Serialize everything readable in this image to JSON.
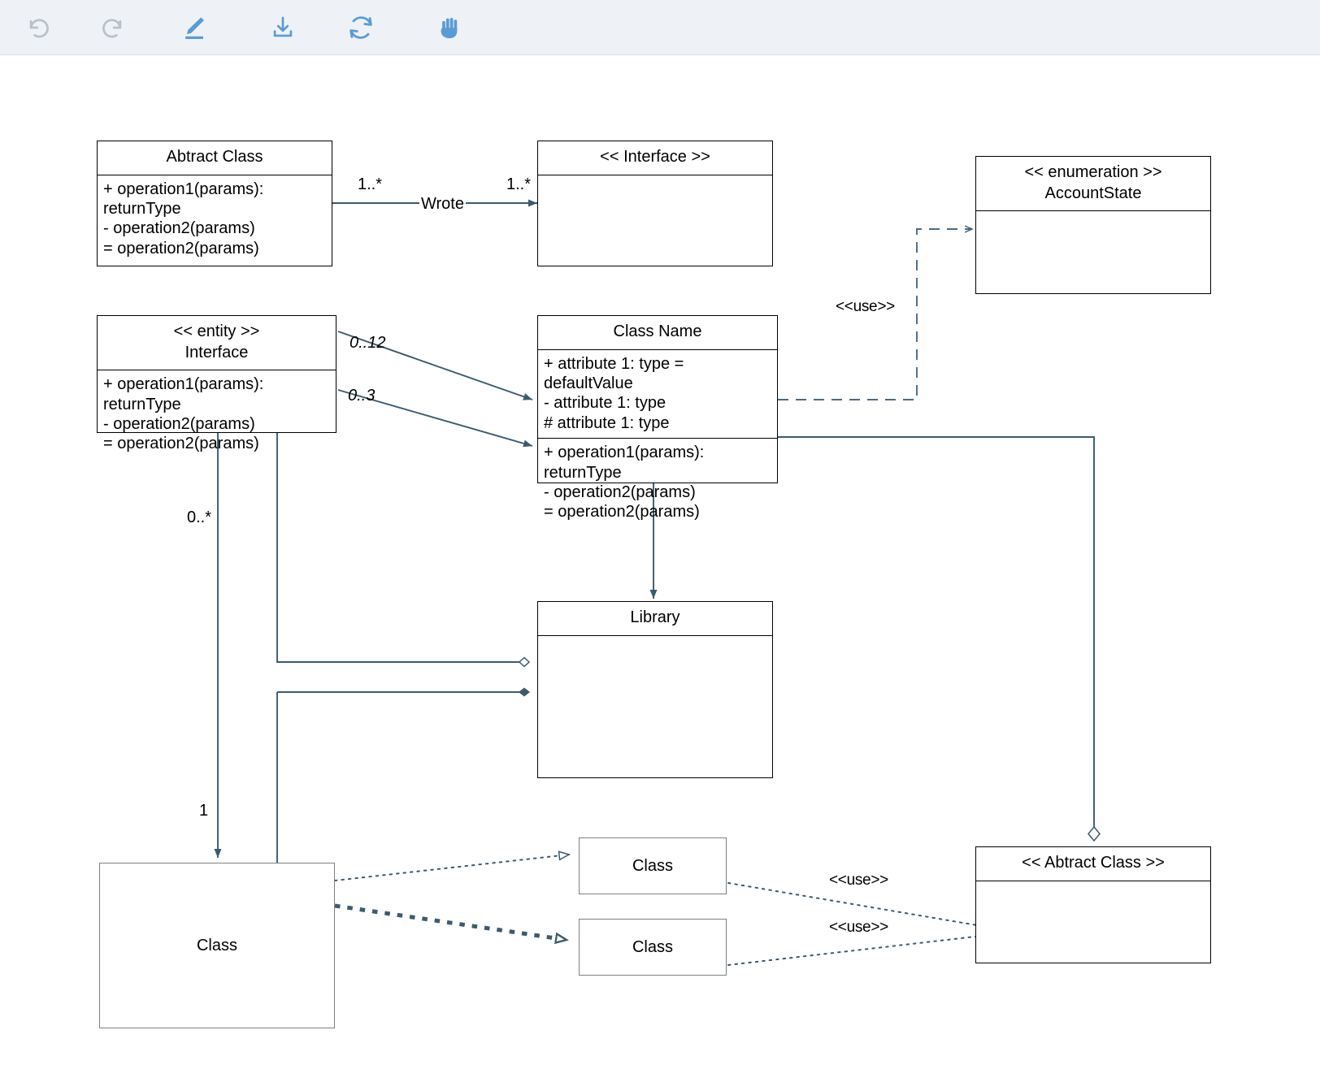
{
  "toolbar": {
    "buttons": [
      {
        "name": "undo-icon",
        "label": "Undo",
        "state": "disabled",
        "color": "#b9c0c8"
      },
      {
        "name": "redo-icon",
        "label": "Redo",
        "state": "disabled",
        "color": "#b9c0c8"
      },
      {
        "name": "pencil-icon",
        "label": "Edit",
        "state": "active",
        "color": "#5b9bd5"
      },
      {
        "name": "download-icon",
        "label": "Download",
        "state": "active",
        "color": "#5b9bd5"
      },
      {
        "name": "refresh-icon",
        "label": "Refresh",
        "state": "active",
        "color": "#5b9bd5"
      },
      {
        "name": "hand-icon",
        "label": "Pan",
        "state": "active",
        "color": "#5b9bd5"
      }
    ],
    "background": "#eef1f5"
  },
  "colors": {
    "connector": "#3d5a6c",
    "box_border": "#000000",
    "grey_border": "#808080",
    "canvas": "#ffffff",
    "toolbar_icon_active": "#5b9bd5",
    "toolbar_icon_disabled": "#b9c0c8"
  },
  "diagram": {
    "type": "uml-class-diagram",
    "classes": [
      {
        "id": "abstract-class",
        "title": "Abtract Class",
        "stereotype": "",
        "attributes": [],
        "operations": [
          "+ operation1(params): returnType",
          "- operation2(params)",
          "= operation2(params)"
        ]
      },
      {
        "id": "interface-top",
        "title": "<< Interface >>",
        "stereotype": "Interface",
        "attributes": [],
        "operations": []
      },
      {
        "id": "enumeration",
        "title": "<< enumeration >>\nAccountState",
        "stereotype": "enumeration",
        "attributes": [],
        "operations": []
      },
      {
        "id": "entity-interface",
        "title": "<< entity >>\nInterface",
        "stereotype": "entity",
        "attributes": [],
        "operations": [
          "+ operation1(params): returnType",
          "- operation2(params)",
          "= operation2(params)"
        ]
      },
      {
        "id": "class-name",
        "title": "Class Name",
        "stereotype": "",
        "attributes": [
          "+ attribute 1: type = defaultValue",
          "- attribute 1: type",
          "# attribute 1: type"
        ],
        "operations": [
          "+ operation1(params): returnType",
          "- operation2(params)",
          "= operation2(params)"
        ]
      },
      {
        "id": "library",
        "title": "Library",
        "stereotype": "",
        "attributes": [],
        "operations": []
      },
      {
        "id": "class-big",
        "title": "Class",
        "stereotype": "",
        "attributes": [],
        "operations": []
      },
      {
        "id": "class-small-1",
        "title": "Class",
        "stereotype": "",
        "attributes": [],
        "operations": []
      },
      {
        "id": "class-small-2",
        "title": "Class",
        "stereotype": "",
        "attributes": [],
        "operations": []
      },
      {
        "id": "abstract-class-right",
        "title": "<< Abtract Class >>",
        "stereotype": "Abtract Class",
        "attributes": [],
        "operations": []
      }
    ],
    "relationships": [
      {
        "from": "abstract-class",
        "to": "interface-top",
        "kind": "association",
        "label": "Wrote",
        "source_multiplicity": "1..*",
        "target_multiplicity": "1..*"
      },
      {
        "from": "entity-interface",
        "to": "class-name",
        "kind": "association",
        "label": "",
        "source_multiplicity": "0..12",
        "target_multiplicity": ""
      },
      {
        "from": "entity-interface",
        "to": "class-name",
        "kind": "association",
        "label": "",
        "source_multiplicity": "0..3",
        "target_multiplicity": ""
      },
      {
        "from": "class-name",
        "to": "enumeration",
        "kind": "dependency",
        "label": "<<use>>",
        "source_multiplicity": "",
        "target_multiplicity": ""
      },
      {
        "from": "class-name",
        "to": "library",
        "kind": "association",
        "label": "",
        "source_multiplicity": "",
        "target_multiplicity": ""
      },
      {
        "from": "entity-interface",
        "to": "library",
        "kind": "aggregation",
        "label": "",
        "source_multiplicity": "",
        "target_multiplicity": ""
      },
      {
        "from": "class-big",
        "to": "library",
        "kind": "composition",
        "label": "",
        "source_multiplicity": "",
        "target_multiplicity": ""
      },
      {
        "from": "entity-interface",
        "to": "class-big",
        "kind": "association",
        "label": "",
        "source_multiplicity": "0..*",
        "target_multiplicity": "1"
      },
      {
        "from": "class-big",
        "to": "class-small-1",
        "kind": "realization",
        "label": "",
        "source_multiplicity": "",
        "target_multiplicity": ""
      },
      {
        "from": "class-big",
        "to": "class-small-2",
        "kind": "realization-bold",
        "label": "",
        "source_multiplicity": "",
        "target_multiplicity": ""
      },
      {
        "from": "class-small-1",
        "to": "abstract-class-right",
        "kind": "dependency",
        "label": "<<use>>",
        "source_multiplicity": "",
        "target_multiplicity": ""
      },
      {
        "from": "class-small-2",
        "to": "abstract-class-right",
        "kind": "dependency",
        "label": "<<use>>",
        "source_multiplicity": "",
        "target_multiplicity": ""
      },
      {
        "from": "class-name",
        "to": "abstract-class-right",
        "kind": "aggregation",
        "label": "",
        "source_multiplicity": "",
        "target_multiplicity": ""
      }
    ],
    "labels": {
      "wrote": "Wrote",
      "mult_one_star_a": "1..*",
      "mult_one_star_b": "1..*",
      "mult_0_12": "0..12",
      "mult_0_3": "0..3",
      "mult_0_star": "0..*",
      "mult_1": "1",
      "use_top": "<<use>>",
      "use_mid": "<<use>>",
      "use_bottom": "<<use>>"
    }
  }
}
